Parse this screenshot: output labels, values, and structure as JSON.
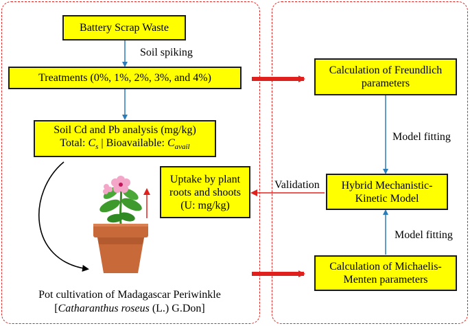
{
  "boxes": {
    "battery": "Battery Scrap Waste",
    "treatments": "Treatments (0%, 1%, 2%, 3%, and 4%)",
    "soil_line1": "Soil Cd and Pb analysis (mg/kg)",
    "soil_total": "Total: ",
    "soil_cs": "C",
    "soil_cs_sub": "s",
    "soil_sep": " | Bioavailable: ",
    "soil_cavail": "C",
    "soil_cavail_sub": "avail",
    "freundlich": "Calculation of Freundlich parameters",
    "hybrid": "Hybrid Mechanistic-Kinetic Model",
    "uptake": "Uptake by plant roots and shoots (U: mg/kg)",
    "michaelis": "Calculation of Michaelis-Menten parameters"
  },
  "labels": {
    "soil_spiking": "Soil spiking",
    "model_fitting_top": "Model fitting",
    "model_fitting_bottom": "Model fitting",
    "validation": "Validation"
  },
  "caption": {
    "line1": "Pot cultivation of Madagascar Periwinkle",
    "line2_open": "[",
    "line2_italic": "Catharanthus roseus",
    "line2_rest": " (L.) G.Don]"
  },
  "colors": {
    "box_fill": "#ffff00",
    "panel_border": "#e0201c",
    "blue_arrow": "#2b7bb9",
    "red_arrow": "#e0201c",
    "pot": "#c8693a"
  }
}
